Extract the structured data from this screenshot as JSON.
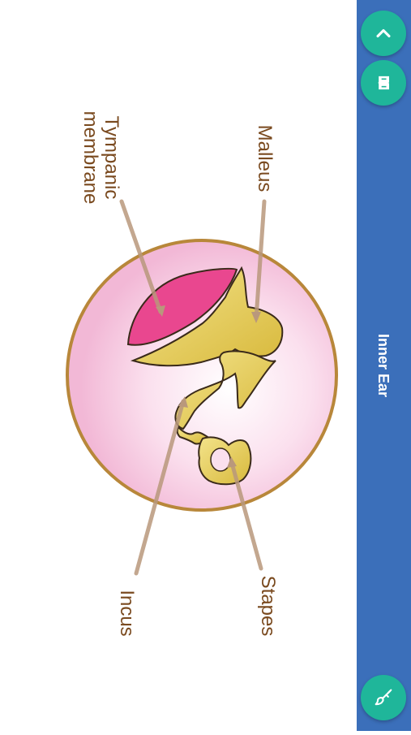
{
  "diagram": {
    "labels": {
      "malleus": "Malleus",
      "tympanic_line1": "Tympanic",
      "tympanic_line2": "membrane",
      "incus": "Incus",
      "stapes": "Stapes"
    }
  },
  "sidebar": {
    "title": "Inner Ear",
    "icons": [
      "chevron-up-icon",
      "book-icon",
      "brush-icon"
    ]
  },
  "colors": {
    "sidebar": "#3b6fba",
    "fab": "#1fb69a",
    "label_text": "#7a4a1f",
    "circle_fill": "#f6c6e0",
    "circle_border": "#b8873a",
    "bone": "#e7cf56",
    "membrane": "#e9478f"
  }
}
